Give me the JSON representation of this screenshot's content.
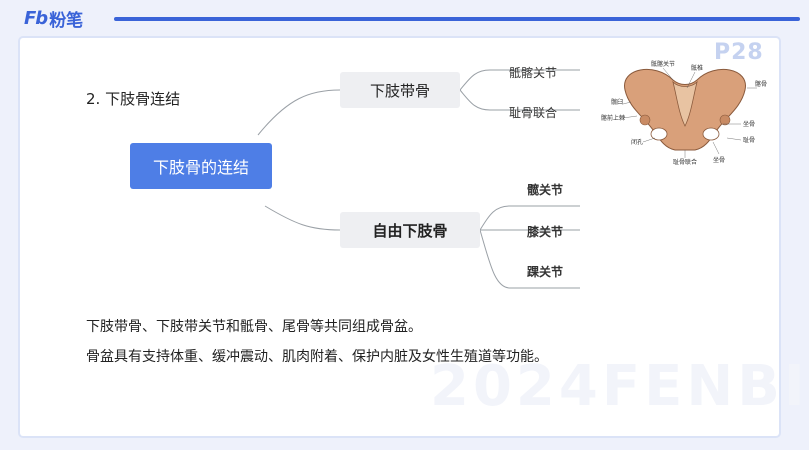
{
  "header": {
    "logo_mark": "Fb",
    "logo_text": "粉笔",
    "page_number": "P28",
    "watermark": "2024FENBI"
  },
  "slide": {
    "section_title": "2. 下肢骨连结",
    "mindmap": {
      "root": "下肢骨的连结",
      "branches": [
        {
          "label": "下肢带骨",
          "children": [
            "骶髂关节",
            "耻骨联合"
          ]
        },
        {
          "label": "自由下肢骨",
          "children": [
            "髋关节",
            "膝关节",
            "踝关节"
          ]
        }
      ]
    },
    "paragraphs": [
      "下肢带骨、下肢带关节和骶骨、尾骨等共同组成骨盆。",
      "骨盆具有支持体重、缓冲震动、肌肉附着、保护内脏及女性生殖道等功能。"
    ],
    "figure": {
      "labels": [
        "骶髂关节",
        "骶椎",
        "髂骨",
        "髋臼",
        "髂前上棘",
        "坐骨",
        "耻骨",
        "闭孔",
        "耻骨联合",
        "坐骨"
      ]
    }
  },
  "colors": {
    "brand": "#3a63d8",
    "root_node": "#4e7ee6",
    "branch_node": "#eeeff2",
    "connector": "#9aa0a6"
  }
}
